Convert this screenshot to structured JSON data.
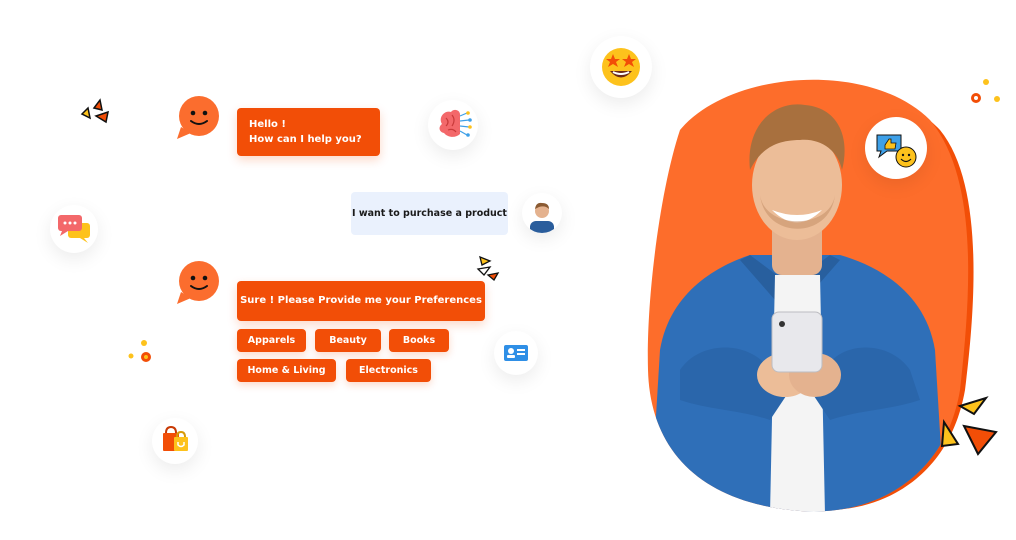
{
  "chat": {
    "bot_greeting_line1": "Hello !",
    "bot_greeting_line2": "How can I help you?",
    "user_message": "I want to purchase a product",
    "bot_prompt": "Sure ! Please Provide me your Preferences !!",
    "options": [
      {
        "label": "Apparels"
      },
      {
        "label": "Beauty"
      },
      {
        "label": "Books"
      },
      {
        "label": "Home & Living"
      },
      {
        "label": "Electronics"
      }
    ]
  },
  "colors": {
    "accent": "#f24e07",
    "blob": "#fd6d2b",
    "user_bubble": "#eaf1fd",
    "yellow": "#fdc21c"
  },
  "icons": [
    "smiley-chat-icon",
    "star-eyes-emoji-icon",
    "brain-ai-icon",
    "speech-bubbles-icon",
    "shopping-bag-icon",
    "id-card-icon",
    "thumbs-up-smiley-icon",
    "sparkle-burst-icon"
  ]
}
